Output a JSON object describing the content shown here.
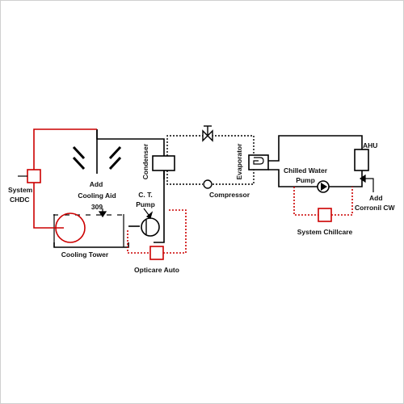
{
  "diagram": {
    "labels": {
      "system_chdc": [
        "System",
        "CHDC"
      ],
      "add_cooling_aid": [
        "Add",
        "Cooling Aid",
        "309"
      ],
      "condenser": "Condenser",
      "ct_pump": [
        "C. T.",
        "Pump"
      ],
      "evaporator": "Evaporator",
      "compressor": "Compressor",
      "chilled_water_pump": [
        "Chilled Water",
        "Pump"
      ],
      "ahu": "AHU",
      "add_corronil_cw": [
        "Add",
        "Corronil CW"
      ],
      "system_chillcare": "System Chillcare",
      "cooling_tower": "Cooling Tower",
      "opticare_auto": "Opticare Auto"
    },
    "colors": {
      "main_line": "#000000",
      "treatment_line": "#cc0000",
      "refrigerant_line": "#000000"
    },
    "line_styles": {
      "cooling_water": "solid",
      "chdc_loop": "solid",
      "opticare_loop": "dotted",
      "chillcare_loop": "dotted",
      "refrigerant_loop": "dotted"
    },
    "icons": [
      "expansion-valve-icon",
      "compressor-icon",
      "pump-icon",
      "fan-icon",
      "dosing-arrow-icon"
    ]
  }
}
